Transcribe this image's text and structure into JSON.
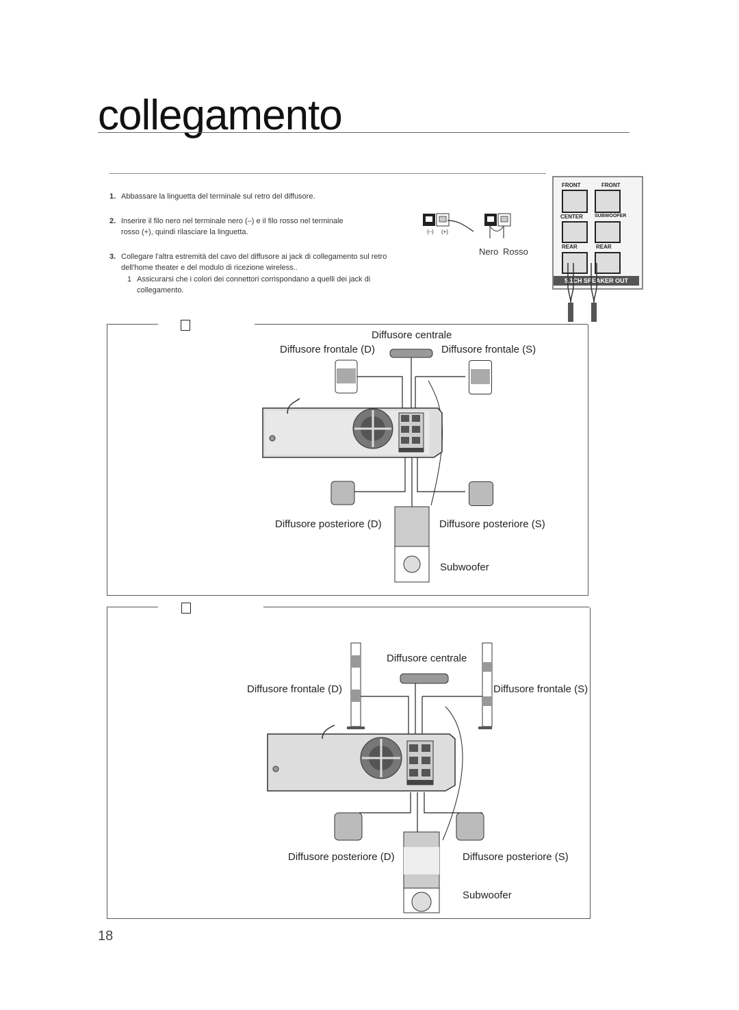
{
  "page": {
    "title": "collegamento",
    "page_number": "18"
  },
  "steps": [
    {
      "num": "1.",
      "text": "Abbassare la linguetta del terminale sul retro del diffusore."
    },
    {
      "num": "2.",
      "text_line1": "Inserire il filo nero nel terminale nero (–) e il filo rosso nel terminale",
      "text_line2": "rosso (+), quindi rilasciare la linguetta."
    },
    {
      "num": "3.",
      "text_line1": "Collegare l'altra estremità del cavo del diffusore ai jack di collegamento sul retro",
      "text_line2": "dell'home theater e del modulo di ricezione wireless.."
    }
  ],
  "note": {
    "num": "1",
    "text_line1": "Assicurarsi che i colori dei connettori corrispondano a quelli dei jack di",
    "text_line2": "collegamento."
  },
  "terminal_figure": {
    "minus": "(–)",
    "plus": "(+)",
    "nero": "Nero",
    "rosso": "Rosso"
  },
  "jack_panel": {
    "front_l": "FRONT",
    "front_r": "FRONT",
    "center": "CENTER",
    "subwoofer": "SUBWOOFER",
    "rear_l": "REAR",
    "rear_r": "REAR",
    "footer": "5.1CH SPEAKER OUT"
  },
  "diagram1": {
    "center": "Diffusore centrale",
    "front_d": "Diffusore frontale (D)",
    "front_s": "Diffusore frontale (S)",
    "rear_d": "Diffusore posteriore (D)",
    "rear_s": "Diffusore posteriore (S)",
    "subwoofer": "Subwoofer"
  },
  "diagram2": {
    "center": "Diffusore centrale",
    "front_d": "Diffusore frontale (D)",
    "front_s": "Diffusore frontale (S)",
    "rear_d": "Diffusore posteriore (D)",
    "rear_s": "Diffusore posteriore (S)",
    "subwoofer": "Subwoofer"
  }
}
